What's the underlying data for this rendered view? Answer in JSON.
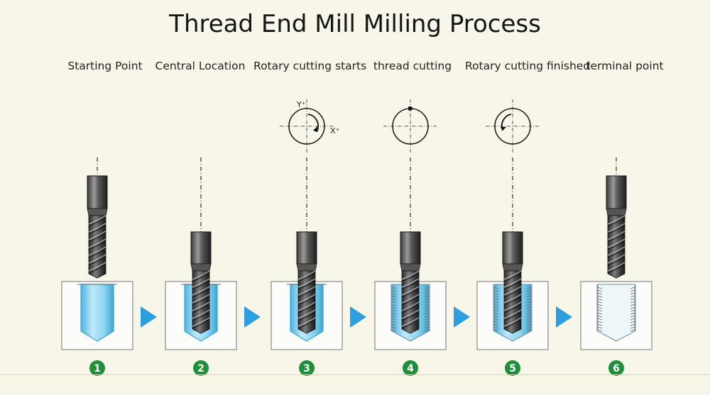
{
  "title": "Thread End Mill Milling Process",
  "steps": [
    {
      "label": "Starting Point",
      "number": "1",
      "stage": "raised",
      "bore": "plain",
      "rotation": "none"
    },
    {
      "label": "Central Location",
      "number": "2",
      "stage": "inserted",
      "bore": "plain",
      "rotation": "none"
    },
    {
      "label": "Rotary cutting starts",
      "number": "3",
      "stage": "inserted",
      "bore": "plain",
      "rotation": "start"
    },
    {
      "label": "thread cutting",
      "number": "4",
      "stage": "inserted",
      "bore": "threaded",
      "rotation": "cutting"
    },
    {
      "label": "Rotary cutting finished",
      "number": "5",
      "stage": "inserted",
      "bore": "threaded",
      "rotation": "finish"
    },
    {
      "label": "terminal point",
      "number": "6",
      "stage": "raised",
      "bore": "threaded-empty",
      "rotation": "none"
    }
  ],
  "axis_labels": {
    "y": "Y⁺",
    "x": "X⁺"
  },
  "colors": {
    "background": "#f8f6e9",
    "block_fill": "#fcfcfa",
    "block_stroke": "#8a8a8a",
    "bore_blue": "#7fd0ee",
    "bore_blue_dark": "#3ba7d6",
    "arrow_blue": "#2d9fe0",
    "number_green": "#1f8f3a",
    "tool_dark": "#2a2a2a",
    "tool_mid": "#8a8a8a"
  }
}
